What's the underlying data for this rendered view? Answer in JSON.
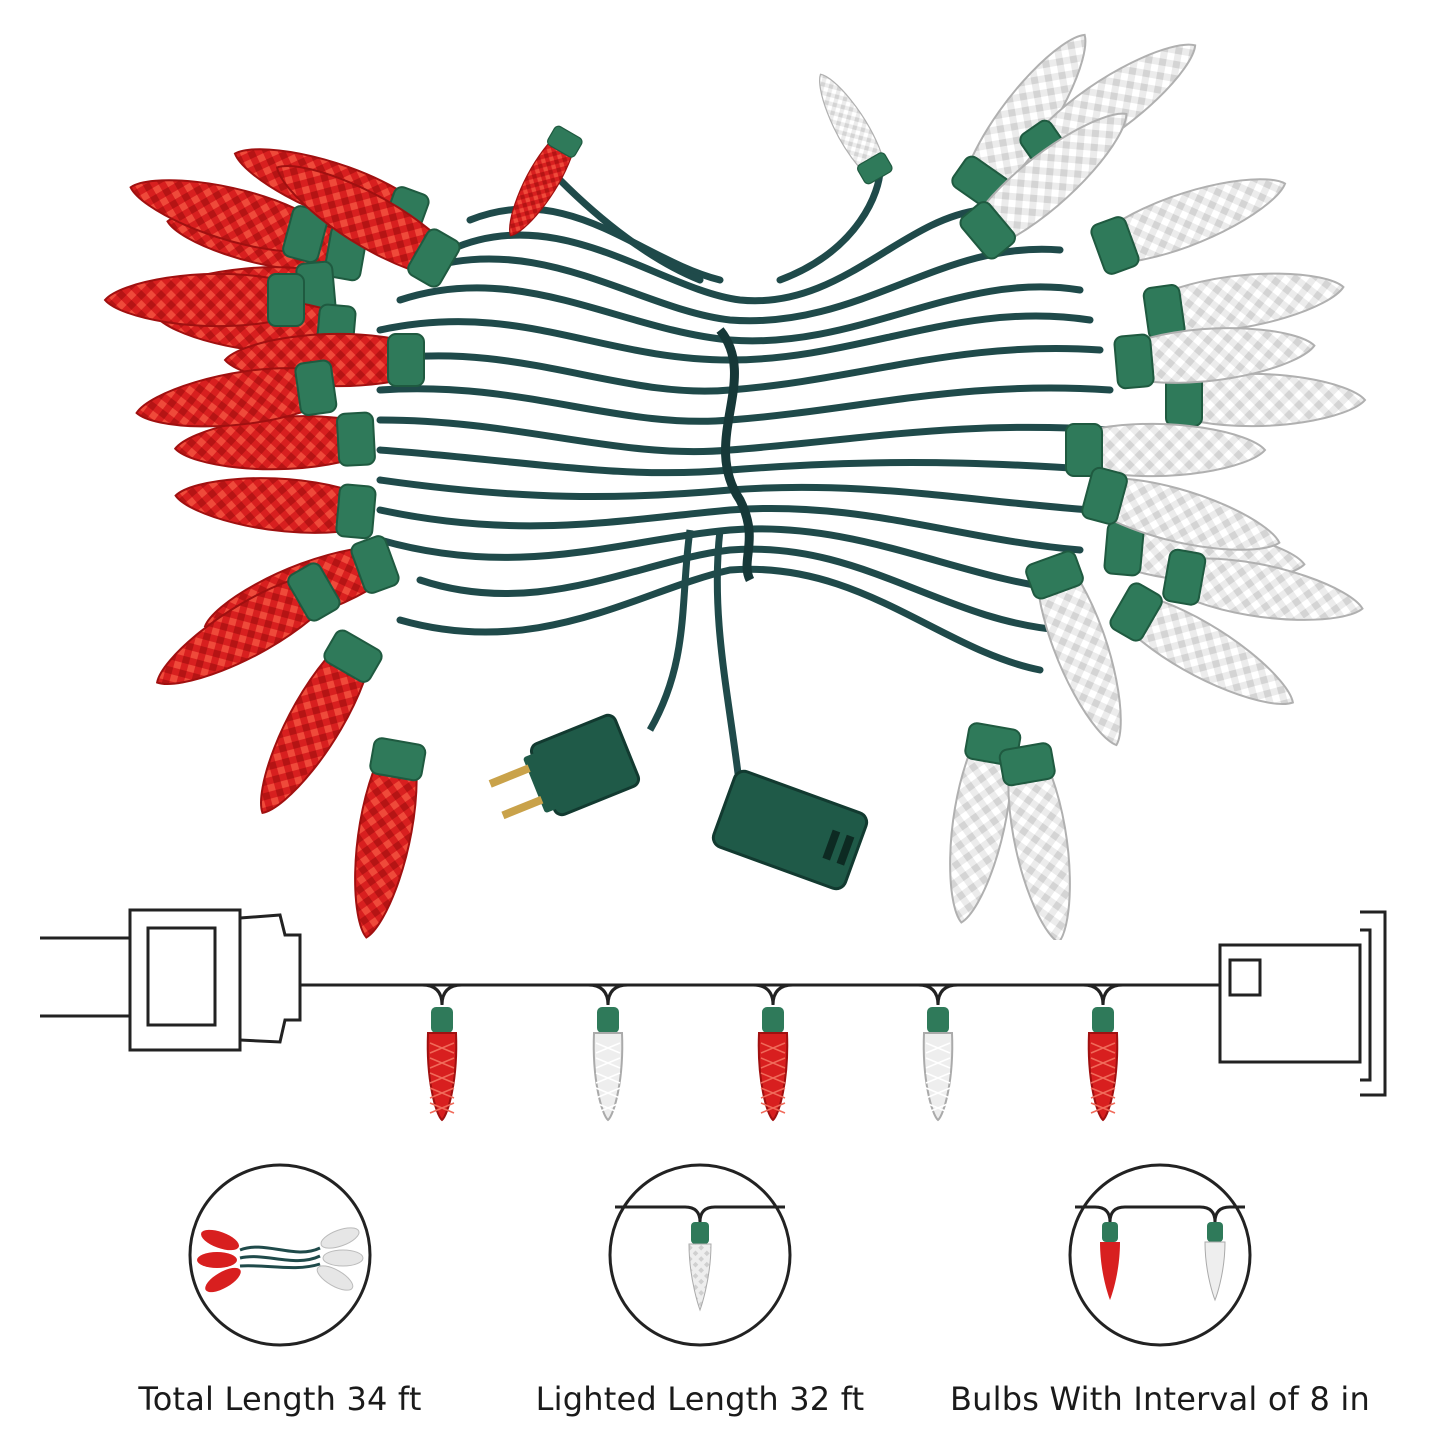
{
  "colors": {
    "wire": "#1f4a4a",
    "socket": "#2f7a5a",
    "red_bulb": "#d81f1f",
    "clear_bulb": "#eeeeee",
    "outline": "#222222"
  },
  "photo": {
    "red_bulb_count": 16,
    "clear_bulb_count": 16
  },
  "diagram": {
    "bulb_sequence": [
      "red",
      "clear",
      "red",
      "clear",
      "red"
    ]
  },
  "features": [
    {
      "label": "Total Length 34 ft",
      "icon": "coiled-string-icon"
    },
    {
      "label": "Lighted Length 32 ft",
      "icon": "single-bulb-icon"
    },
    {
      "label": "Bulbs With Interval of 8 in",
      "icon": "two-bulbs-interval-icon"
    }
  ]
}
